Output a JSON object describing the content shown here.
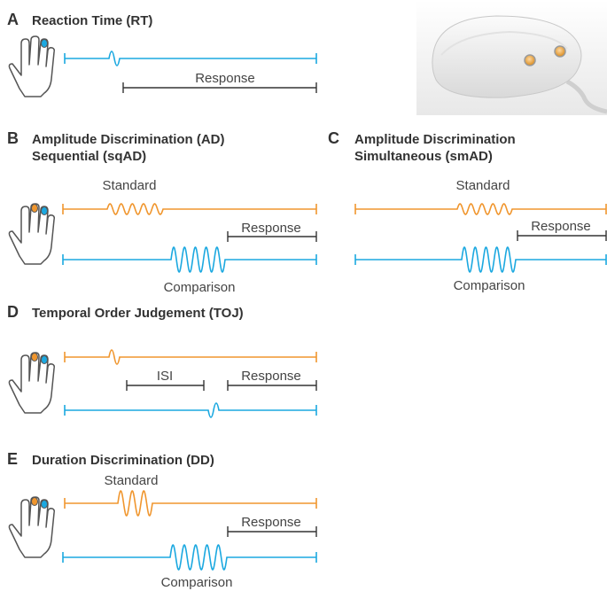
{
  "colors": {
    "blue": "#1ba8e0",
    "orange": "#f0962e",
    "bracket": "#333333",
    "text": "#333333"
  },
  "device": {
    "icon": "vibrotactile-mouse-device"
  },
  "panels": {
    "A": {
      "letter": "A",
      "title": "Reaction Time (RT)",
      "response": "Response"
    },
    "B": {
      "letter": "B",
      "title_line1": "Amplitude Discrimination (AD)",
      "title_line2": "Sequential (sqAD)",
      "standard": "Standard",
      "response": "Response",
      "comparison": "Comparison"
    },
    "C": {
      "letter": "C",
      "title_line1": "Amplitude Discrimination",
      "title_line2": "Simultaneous (smAD)",
      "standard": "Standard",
      "response": "Response",
      "comparison": "Comparison"
    },
    "D": {
      "letter": "D",
      "title": "Temporal Order Judgement (TOJ)",
      "isi": "ISI",
      "response": "Response"
    },
    "E": {
      "letter": "E",
      "title": "Duration Discrimination (DD)",
      "standard": "Standard",
      "response": "Response",
      "comparison": "Comparison"
    }
  }
}
